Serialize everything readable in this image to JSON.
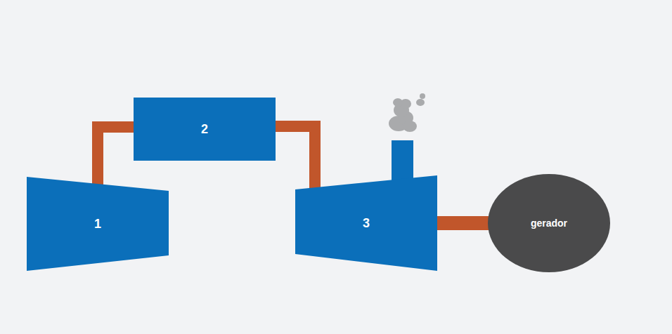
{
  "diagram": {
    "nodes": [
      {
        "text": [
          "1"
        ]
      },
      {
        "text": [
          "2"
        ]
      },
      {
        "text": [
          "3"
        ]
      },
      {
        "text": [
          "gerador"
        ]
      }
    ],
    "edges": [
      {
        "from": 0,
        "to": 1,
        "arrow": "none"
      },
      {
        "from": 1,
        "to": 2,
        "arrow": "none"
      },
      {
        "from": 2,
        "to": 3,
        "arrow": "none"
      }
    ]
  }
}
